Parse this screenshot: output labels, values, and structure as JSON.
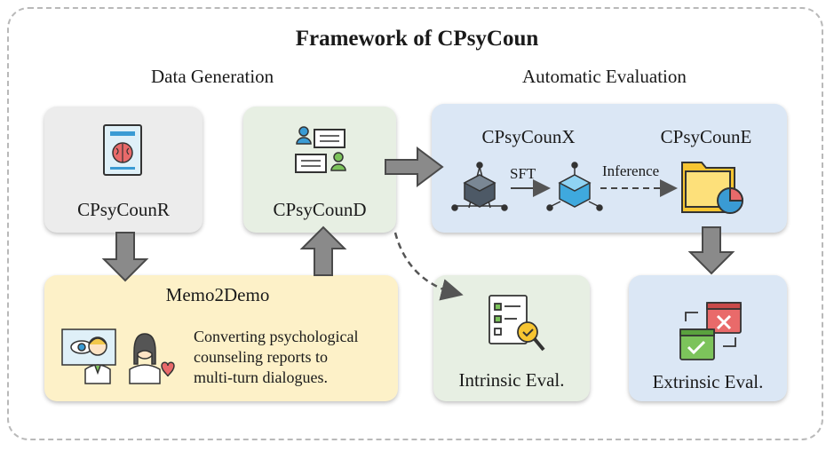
{
  "title": "Framework of CPsyCoun",
  "sections": {
    "data_generation": "Data Generation",
    "automatic_evaluation": "Automatic Evaluation"
  },
  "nodes": {
    "cpsycounr": "CPsyCounR",
    "cpsycound": "CPsyCounD",
    "memo2demo": "Memo2Demo",
    "memo2demo_desc": [
      "Converting psychological",
      "counseling reports to",
      "multi-turn dialogues."
    ],
    "cpsycounx": "CPsyCounX",
    "cpsycoune": "CPsyCounE",
    "intrinsic": "Intrinsic Eval.",
    "extrinsic": "Extrinsic Eval."
  },
  "edges": {
    "sft": "SFT",
    "inference": "Inference"
  },
  "icons": [
    "brain-report-icon",
    "chat-dialogue-icon",
    "counselor-persons-icon",
    "model-cube-icon",
    "folder-chart-icon",
    "checklist-search-icon",
    "browser-check-icon"
  ]
}
